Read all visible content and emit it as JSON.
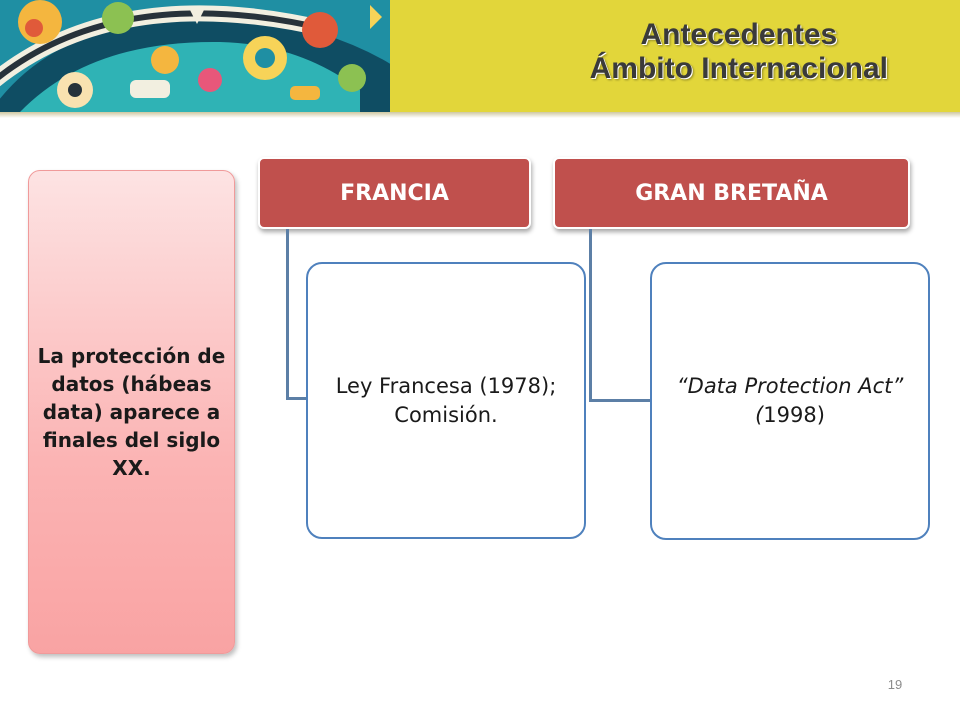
{
  "header": {
    "title_line1": "Antecedentes",
    "title_line2": "Ámbito Internacional"
  },
  "left_panel": {
    "text": "La protección de datos (hábeas data) aparece a finales del siglo XX."
  },
  "columns": [
    {
      "header": "FRANCIA",
      "content": "Ley Francesa (1978); Comisión."
    },
    {
      "header": "GRAN BRETAÑA",
      "content_quoted": "“Data Protection Act” (",
      "content_year": "1998",
      "content_close": ")"
    }
  ],
  "page_number": "19",
  "colors": {
    "header_band": "#e2d63a",
    "column_header": "#c0504d",
    "child_border": "#4f81bd",
    "left_panel": "#fbb4b4"
  }
}
